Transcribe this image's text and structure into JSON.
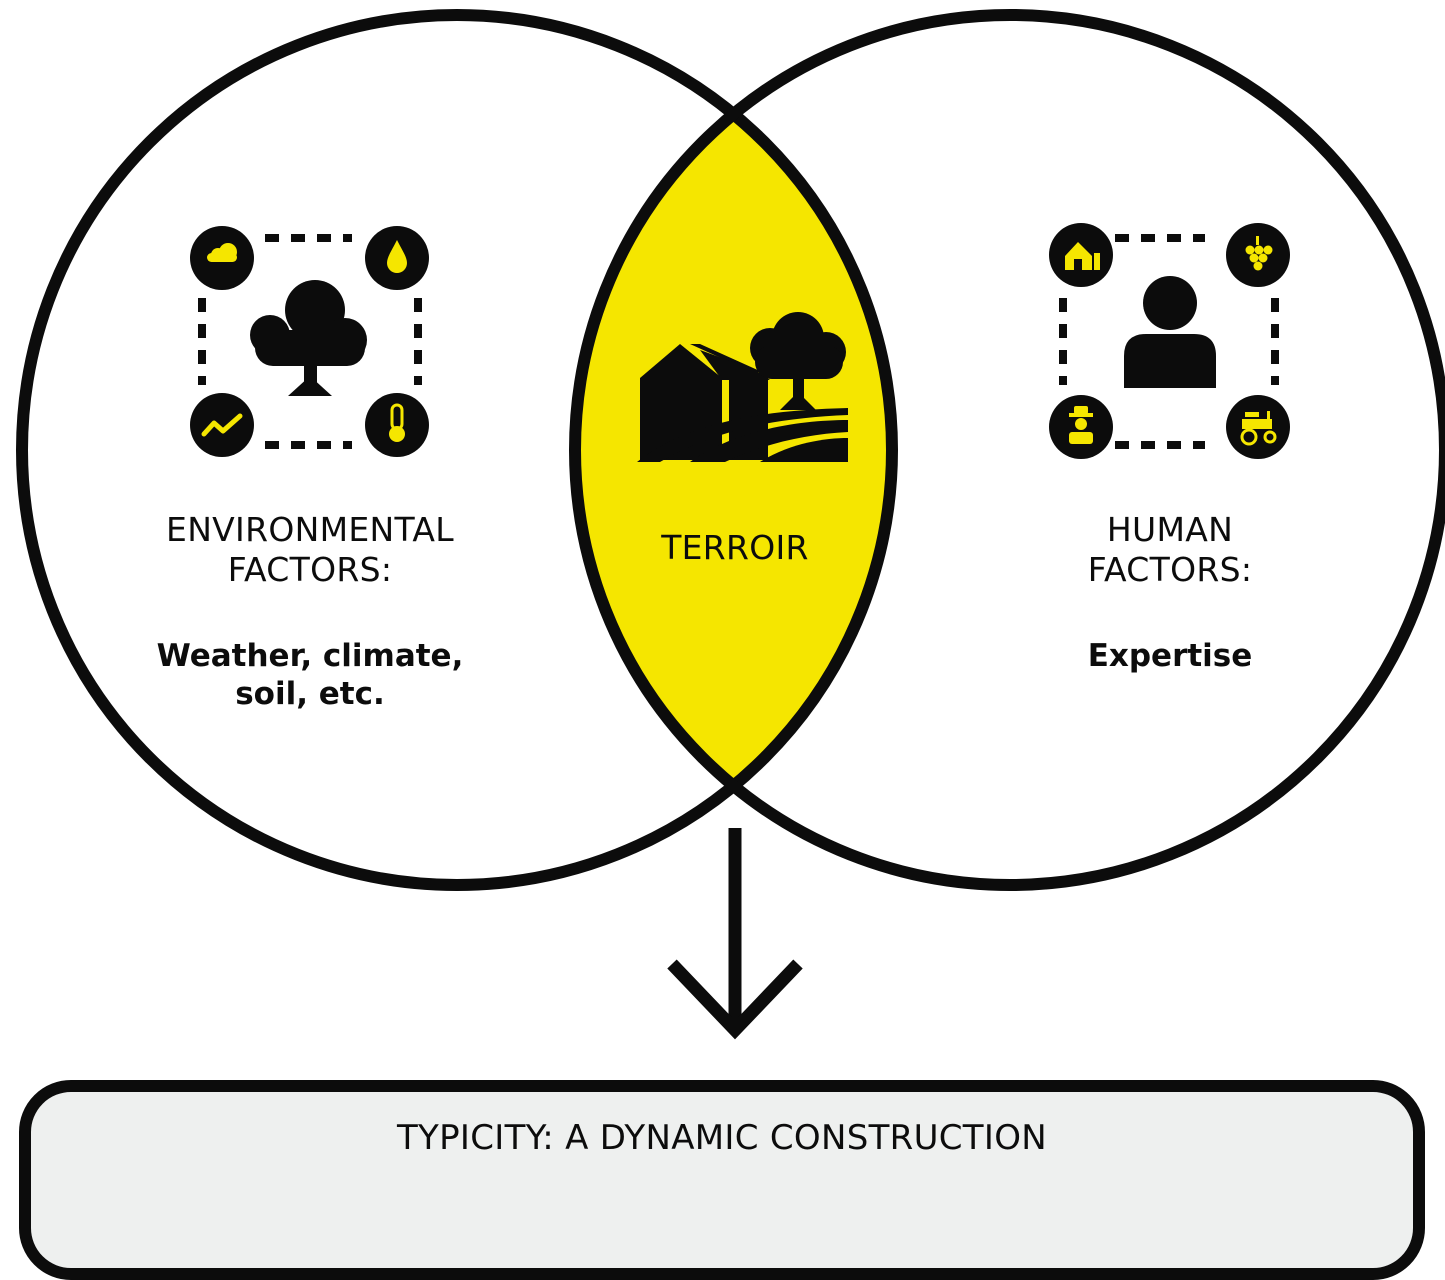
{
  "left_circle": {
    "heading": "ENVIRONMENTAL\nFACTORS:",
    "detail": "Weather, climate,\nsoil, etc.",
    "center_icon": "tree-icon",
    "orbit_icons": [
      "cloud-icon",
      "water-drop-icon",
      "trend-line-icon",
      "thermometer-icon"
    ]
  },
  "intersection": {
    "label": "TERROIR",
    "icon": "farm-landscape-icon",
    "color": "#f5e600"
  },
  "right_circle": {
    "heading": "HUMAN\nFACTORS:",
    "detail": "Expertise",
    "center_icon": "person-icon",
    "orbit_icons": [
      "farmhouse-icon",
      "grapes-icon",
      "farmer-icon",
      "tractor-icon"
    ]
  },
  "result": {
    "label": "TYPICITY: A DYNAMIC CONSTRUCTION",
    "box_color": "#eef0ef"
  },
  "colors": {
    "outline": "#0c0c0c",
    "accent_yellow": "#f5e600",
    "background": "#ffffff"
  }
}
